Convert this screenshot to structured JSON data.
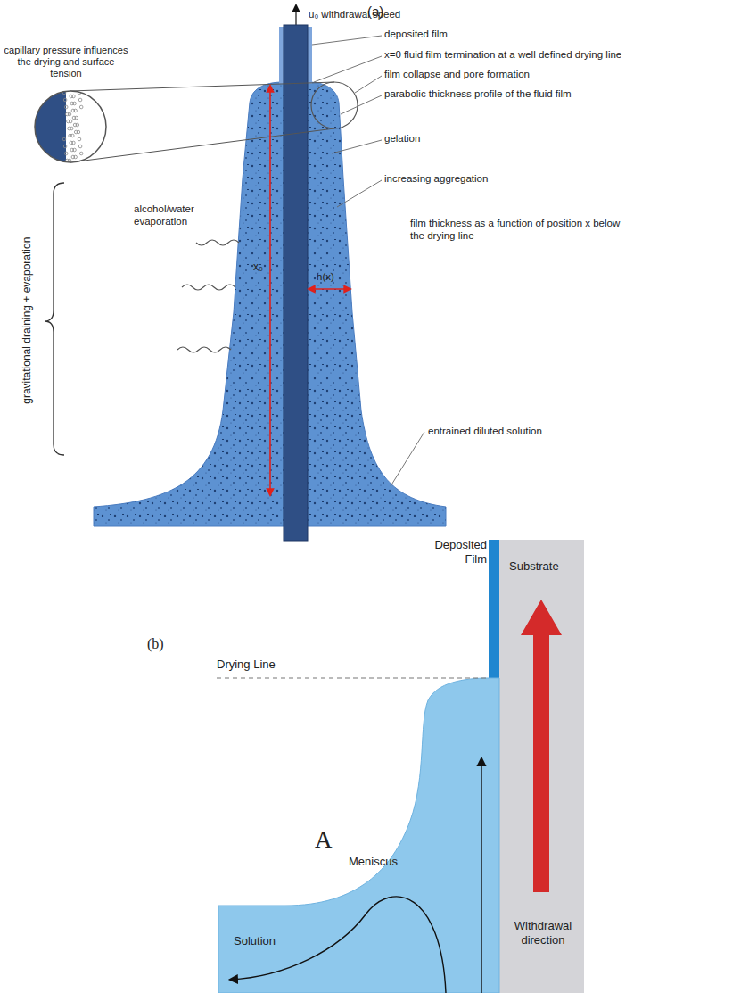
{
  "diagram": {
    "labels": [
      "(a)",
      "u₀ withdrawal speed",
      "deposited film",
      "x=0 fluid film termination at a well defined drying line",
      "film collapse and pore formation",
      "parabolic thickness profile of the fluid film",
      "capillary pressure influences the drying and surface tension",
      "gelation",
      "increasing aggregation",
      "alcohol/water evaporation",
      "x₀",
      "h(x)",
      "film thickness as a function of position x below the drying line",
      "gravitational draining + evaporation",
      "entrained diluted solution",
      "(b)",
      "Deposited Film",
      "Substrate",
      "Drying Line",
      "A",
      "Meniscus",
      "Solution",
      "Withdrawal direction"
    ]
  }
}
